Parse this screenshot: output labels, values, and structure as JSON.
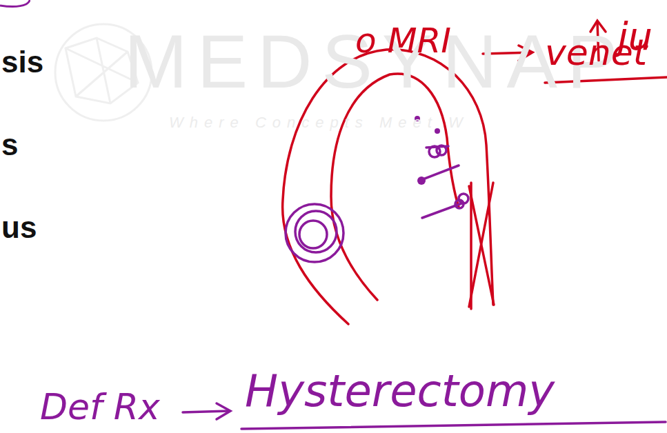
{
  "diagram": {
    "labels": [
      "sis",
      "s",
      "us",
      "MEDSYNAP",
      "Where Concepts Meet W",
      "o MRI",
      "ju",
      "venet",
      "Def Rx",
      "Hysterectomy"
    ]
  }
}
